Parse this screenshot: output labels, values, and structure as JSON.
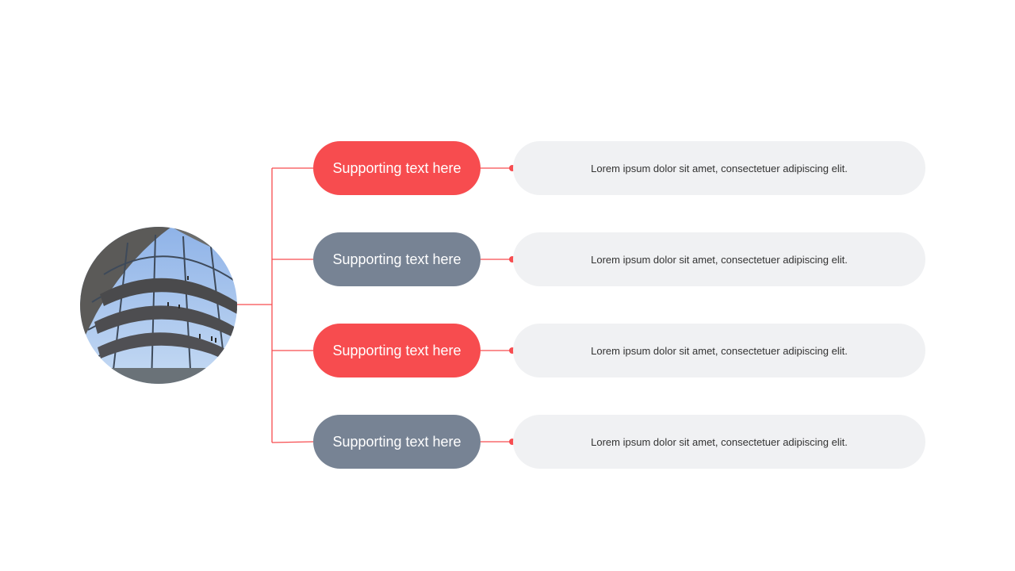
{
  "colors": {
    "accent": "#f74c4f",
    "secondary": "#778394",
    "description_background": "#f0f1f3"
  },
  "photo": {
    "icon": "dome-interior-photo"
  },
  "items": [
    {
      "label": "Supporting text here",
      "description": "Lorem ipsum  dolor sit amet, consectetuer  adipiscing  elit.",
      "style": "red"
    },
    {
      "label": "Supporting text here",
      "description": "Lorem ipsum  dolor sit amet, consectetuer  adipiscing  elit.",
      "style": "gray"
    },
    {
      "label": "Supporting text here",
      "description": "Lorem ipsum  dolor sit amet, consectetuer  adipiscing  elit.",
      "style": "red"
    },
    {
      "label": "Supporting text here",
      "description": "Lorem ipsum  dolor sit amet, consectetuer  adipiscing  elit.",
      "style": "gray"
    }
  ]
}
